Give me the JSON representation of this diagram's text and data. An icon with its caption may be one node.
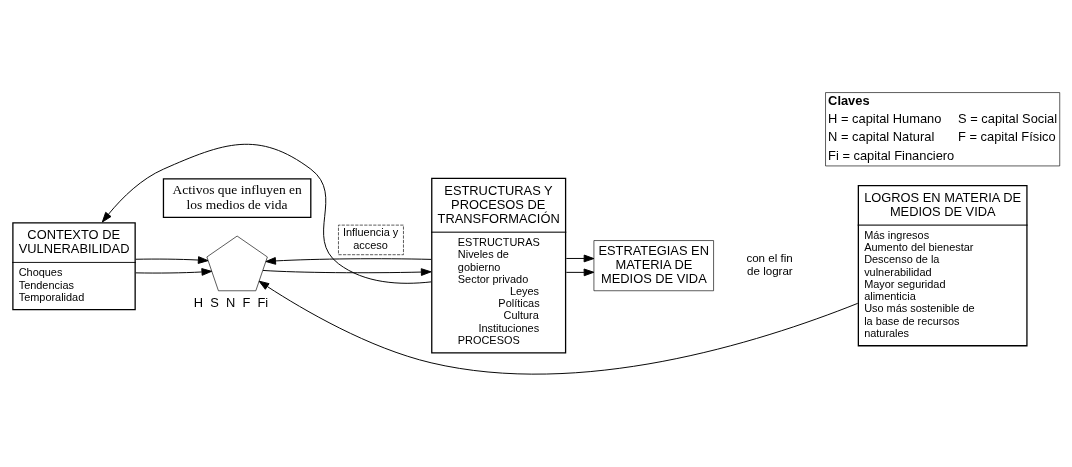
{
  "diagram": {
    "nodes": [
      {
        "text": [
          "CONTEXTO DE VULNERABILIDAD",
          "Choques",
          "Tendencias",
          "Temporalidad"
        ]
      },
      {
        "text": [
          "Activos que influyen en los medios de vida"
        ]
      },
      {
        "text": [],
        "shape": "pentagon",
        "beside": [
          "H",
          "S",
          "N",
          "F",
          "Fi"
        ]
      },
      {
        "text": [
          "Influencia y acceso"
        ]
      },
      {
        "text": [
          "ESTRUCTURAS Y PROCESOS DE TRANSFORMACIÓN",
          "ESTRUCTURAS",
          "Niveles de gobierno",
          "Sector privado",
          "Leyes",
          "Políticas",
          "Cultura",
          "Instituciones",
          "PROCESOS"
        ]
      },
      {
        "text": [
          "ESTRATEGIAS EN MATERIA DE MEDIOS DE VIDA"
        ]
      },
      {
        "text": [
          "LOGROS EN MATERIA DE MEDIOS DE VIDA",
          "Más ingresos",
          "Aumento del bienestar",
          "Descenso de la vulnerabilidad",
          "Mayor seguridad alimenticia",
          "Uso más sostenible de la base de recursos naturales"
        ]
      },
      {
        "text": [
          "Claves",
          "H = capital Humano",
          "S = capital Social",
          "N = capital Natural",
          "F = capital Físico",
          "Fi = capital Financiero"
        ]
      }
    ],
    "edges": [
      {
        "from": 0,
        "to": 2,
        "arrow": "to"
      },
      {
        "from": 0,
        "to": 2,
        "arrow": "to"
      },
      {
        "from": 2,
        "to": 4,
        "arrow": "to"
      },
      {
        "from": 4,
        "to": 2,
        "arrow": "to"
      },
      {
        "from": 4,
        "to": 5,
        "arrow": "to"
      },
      {
        "from": 4,
        "to": 5,
        "arrow": "to"
      },
      {
        "from": 4,
        "to": 0,
        "arrow": "to"
      },
      {
        "from": 6,
        "to": 2,
        "arrow": "to"
      }
    ],
    "labels": [
      "con el fin de lograr"
    ]
  }
}
